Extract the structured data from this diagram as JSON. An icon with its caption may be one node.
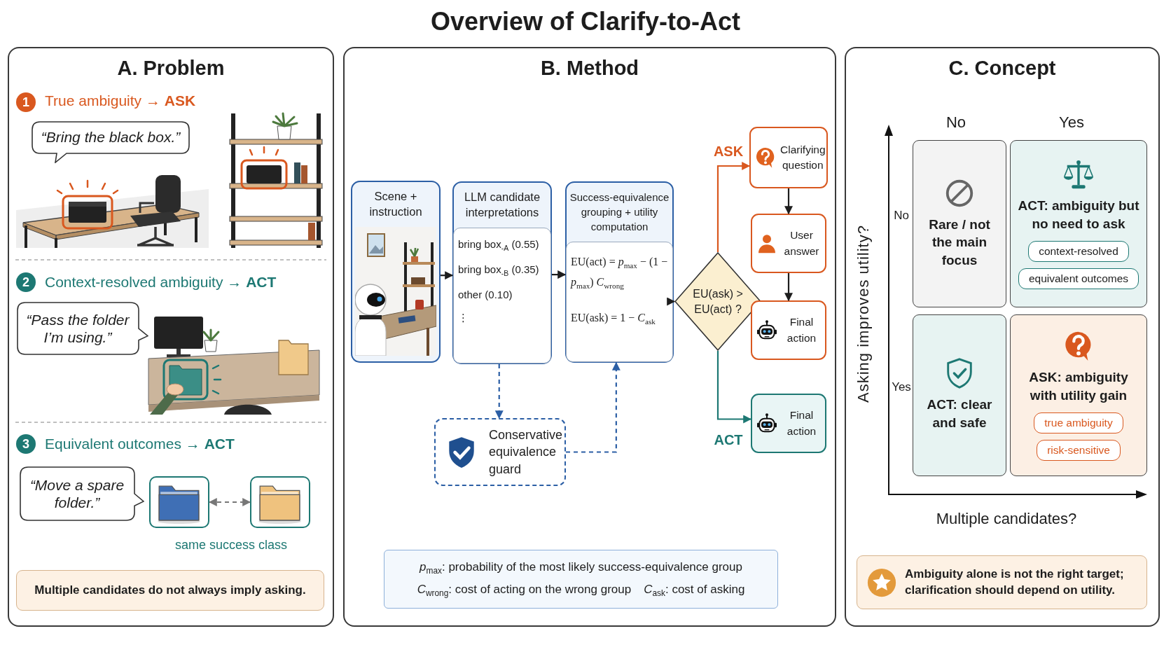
{
  "diagram": {
    "title": "Overview of Clarify-to-Act",
    "nodes": [
      {
        "text": [
          "A. Problem"
        ]
      },
      {
        "text": [
          "“Bring the black box.”"
        ],
        "in": 0
      },
      {
        "text": [
          "“Pass the folder I’m using.”"
        ],
        "in": 0
      },
      {
        "text": [
          "“Move a spare folder.”"
        ],
        "in": 0
      },
      {
        "text": [],
        "shape": "picture",
        "in": 0
      },
      {
        "text": [],
        "shape": "picture",
        "in": 0
      },
      {
        "text": [
          "Multiple candidates do not always imply asking."
        ],
        "in": 0
      },
      {
        "text": [
          "B. Method"
        ]
      },
      {
        "text": [
          "Scene + instruction"
        ],
        "in": 7
      },
      {
        "text": [
          "LLM candidate interpretations",
          "bring box$_{-A}$ (0.55)",
          "bring box$_{-B}$ (0.35)",
          "other (0.10)",
          "⋮"
        ],
        "in": 7
      },
      {
        "text": [
          "Success-equivalence grouping + utility computation",
          "EU(act) = *p*$_{max}$ − (1 − *p*$_{max}$) *C*$_{wrong}$",
          "EU(ask) = 1 − *C*$_{ask}$"
        ],
        "in": 7
      },
      {
        "text": [
          "Conservative equivalence guard"
        ],
        "in": 7
      },
      {
        "text": [
          "EU(ask) > EU(act) ?"
        ],
        "in": 7
      },
      {
        "text": [
          "Clarifying question"
        ],
        "in": 7
      },
      {
        "text": [
          "User answer"
        ],
        "in": 7
      },
      {
        "text": [
          "Final action"
        ],
        "in": 7
      },
      {
        "text": [
          "Final action"
        ],
        "in": 7
      },
      {
        "text": [
          "*p*$_{max}$: probability of the most likely success-equivalence group",
          "*C*$_{wrong}$: cost of acting on the wrong group",
          "*C*$_{ask}$: cost of asking"
        ],
        "in": 7
      },
      {
        "text": [
          "C. Concept"
        ]
      },
      {
        "text": [
          "Rare / not the main focus"
        ],
        "in": 18
      },
      {
        "text": [
          "ACT: ambiguity but no need to ask"
        ],
        "in": 18
      },
      {
        "text": [
          "context-resolved"
        ],
        "in": 20
      },
      {
        "text": [
          "equivalent outcomes"
        ],
        "in": 20
      },
      {
        "text": [
          "ACT: clear and safe"
        ],
        "in": 18
      },
      {
        "text": [
          "ASK: ambiguity with utility gain"
        ],
        "in": 18
      },
      {
        "text": [
          "true ambiguity"
        ],
        "in": 24
      },
      {
        "text": [
          "risk-sensitive"
        ],
        "in": 24
      },
      {
        "text": [
          "Ambiguity alone is not the right target; clarification should depend on utility."
        ],
        "in": 18
      }
    ],
    "edges": [
      {
        "from": 4,
        "to": 5,
        "arrow": "both",
        "style": "dashed",
        "color": "#777777"
      },
      {
        "from": 8,
        "to": 9,
        "arrow": "to"
      },
      {
        "from": 9,
        "to": 10,
        "arrow": "to"
      },
      {
        "from": 10,
        "to": 12,
        "arrow": "to"
      },
      {
        "from": 12,
        "to": 13,
        "arrow": "to",
        "label": "ASK",
        "color": "#d9581f"
      },
      {
        "from": 13,
        "to": 14,
        "arrow": "to"
      },
      {
        "from": 14,
        "to": 15,
        "arrow": "to"
      },
      {
        "from": 12,
        "to": 16,
        "arrow": "to",
        "label": "ACT",
        "color": "#1d7873"
      },
      {
        "from": 9,
        "to": 11,
        "arrow": "to",
        "style": "dashed",
        "color": "#2c5fa5"
      },
      {
        "from": 11,
        "to": 10,
        "arrow": "to",
        "style": "dashed",
        "color": "#2c5fa5"
      }
    ],
    "labels": [
      "1",
      "True ambiguity → **ASK**",
      "2",
      "Context-resolved ambiguity → **ACT**",
      "3",
      "Equivalent outcomes → **ACT**",
      "same success class",
      "No",
      "Yes",
      "Asking improves utility?",
      "No",
      "Yes",
      "Multiple candidates?"
    ]
  }
}
